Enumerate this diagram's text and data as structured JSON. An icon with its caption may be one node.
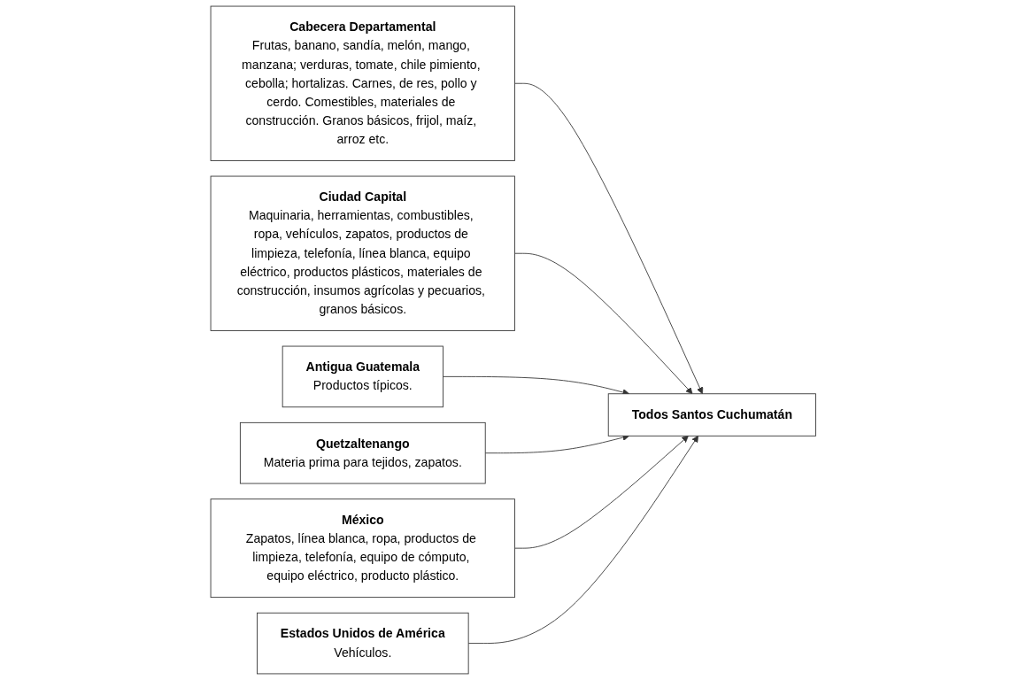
{
  "diagram": {
    "nodes": [
      {
        "text": [
          "Cabecera Departamental",
          "Frutas, banano, sandía, melón, mango, manzana; verduras, tomate, chile pimiento, cebolla; hortalizas. Carnes, de res, pollo y cerdo. Comestibles, materiales de construcción. Granos básicos, frijol, maíz, arroz etc."
        ]
      },
      {
        "text": [
          "Ciudad Capital",
          "Maquinaria, herramientas, combustibles, ropa, vehículos, zapatos, productos de limpieza, telefonía, línea blanca, equipo eléctrico, productos plásticos, materiales de construcción, insumos agrícolas y pecuarios, granos básicos."
        ]
      },
      {
        "text": [
          "Todos Santos Cuchumatán"
        ]
      },
      {
        "text": [
          "Antigua Guatemala",
          "Productos típicos."
        ]
      },
      {
        "text": [
          "Quetzaltenango",
          "Materia prima para tejidos, zapatos."
        ]
      },
      {
        "text": [
          "México",
          "Zapatos, línea blanca, ropa, productos de limpieza, telefonía, equipo de cómputo, equipo eléctrico, producto plástico."
        ]
      },
      {
        "text": [
          "Estados Unidos de América",
          "Vehículos."
        ]
      }
    ],
    "edges": [
      {
        "from": 0,
        "to": 2,
        "arrow": "to"
      },
      {
        "from": 1,
        "to": 2,
        "arrow": "to"
      },
      {
        "from": 3,
        "to": 2,
        "arrow": "to"
      },
      {
        "from": 4,
        "to": 2,
        "arrow": "to"
      },
      {
        "from": 5,
        "to": 2,
        "arrow": "to"
      },
      {
        "from": 6,
        "to": 2,
        "arrow": "to"
      }
    ]
  }
}
